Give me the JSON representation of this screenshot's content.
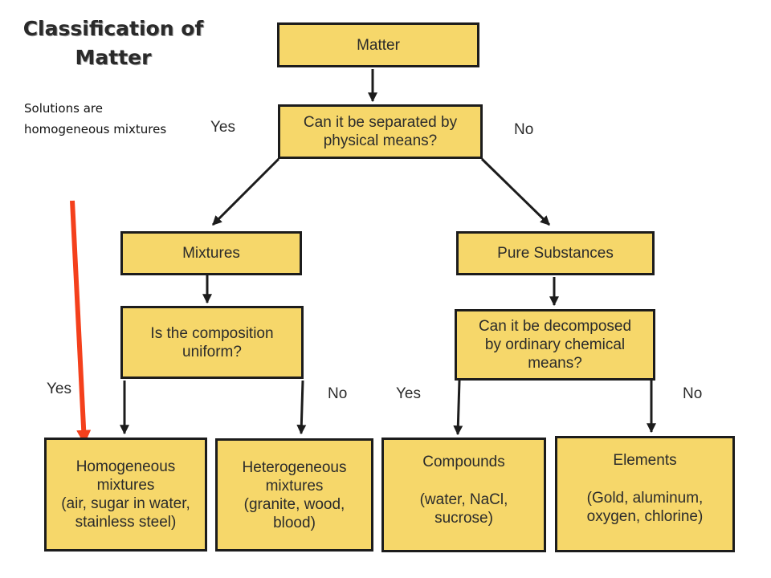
{
  "title": [
    "Classification of",
    "Matter"
  ],
  "subtitle": [
    "Solutions are",
    "homogeneous mixtures"
  ],
  "nodes": {
    "matter": {
      "lines": [
        "Matter"
      ]
    },
    "q_separate": {
      "lines": [
        "Can it be separated by",
        "physical means?"
      ]
    },
    "mixtures": {
      "lines": [
        "Mixtures"
      ]
    },
    "pure": {
      "lines": [
        "Pure Substances"
      ]
    },
    "q_uniform": {
      "lines": [
        "Is the composition",
        "uniform?"
      ]
    },
    "q_decompose": {
      "lines": [
        "Can it be decomposed",
        "by ordinary chemical",
        "means?"
      ]
    },
    "homogeneous": {
      "lines": [
        "Homogeneous",
        "mixtures"
      ],
      "examples": [
        "(air, sugar in water,",
        "stainless steel)"
      ]
    },
    "heterogeneous": {
      "lines": [
        "Heterogeneous",
        "mixtures"
      ],
      "examples": [
        "(granite, wood,",
        "blood)"
      ]
    },
    "compounds": {
      "lines": [
        "Compounds"
      ],
      "examples": [
        "(water, NaCl,",
        "sucrose)"
      ]
    },
    "elements": {
      "lines": [
        "Elements"
      ],
      "examples": [
        "(Gold, aluminum,",
        "oxygen, chlorine)"
      ]
    }
  },
  "edge_labels": {
    "separate_yes": "Yes",
    "separate_no": "No",
    "uniform_yes": "Yes",
    "uniform_no": "No",
    "decompose_yes": "Yes",
    "decompose_no": "No"
  },
  "colors": {
    "box_fill": "#f6d76a",
    "box_border": "#1c1c1c",
    "pointer_arrow": "#f4401c"
  }
}
